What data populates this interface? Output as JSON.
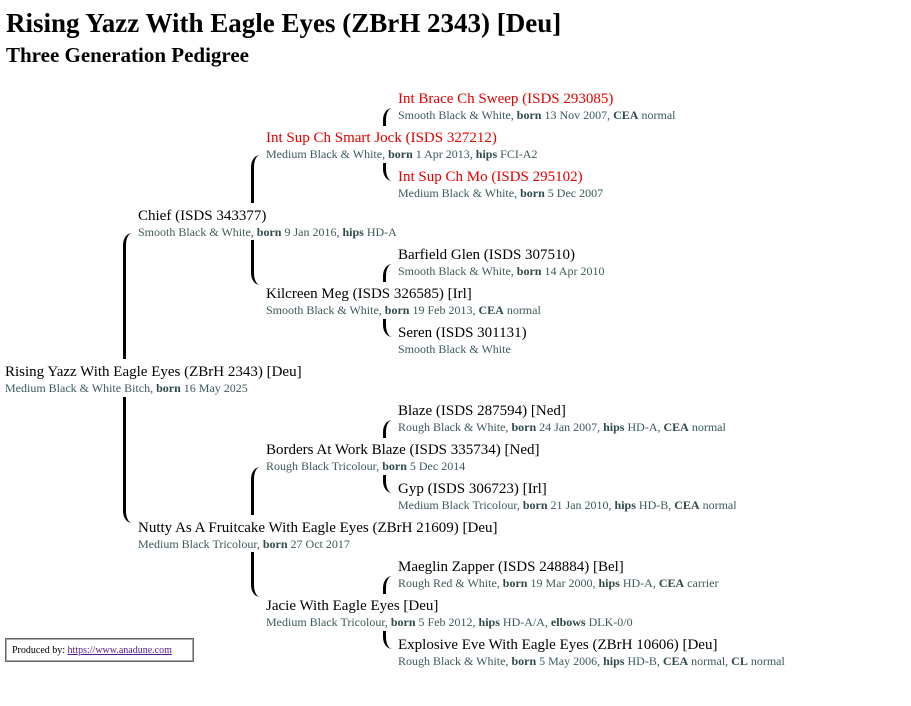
{
  "title": "Rising Yazz With Eagle Eyes (ZBrH 2343) [Deu]",
  "subtitle": "Three Generation Pedigree",
  "colors": {
    "champion": "#e00000",
    "details": "#3a5a5a",
    "text": "#000000"
  },
  "dogs": {
    "subject": {
      "name": "Rising Yazz With Eagle Eyes (ZBrH 2343) [Deu]",
      "parts": [
        [
          "Medium Black & White Bitch, ",
          ""
        ],
        [
          "born",
          " 16 May 2025"
        ]
      ]
    },
    "sire": {
      "name": "Chief (ISDS 343377)",
      "parts": [
        [
          "Smooth Black & White, ",
          ""
        ],
        [
          "born",
          " 9 Jan 2016, "
        ],
        [
          "hips",
          " HD-A"
        ]
      ]
    },
    "sire_sire": {
      "name": "Int Sup Ch Smart Jock (ISDS 327212)",
      "parts": [
        [
          "Medium Black & White, ",
          ""
        ],
        [
          "born",
          " 1 Apr 2013, "
        ],
        [
          "hips",
          " FCI-A2"
        ]
      ]
    },
    "sire_sire_sire": {
      "name": "Int Brace Ch Sweep (ISDS 293085)",
      "parts": [
        [
          "Smooth Black & White, ",
          ""
        ],
        [
          "born",
          " 13 Nov 2007, "
        ],
        [
          "CEA",
          " normal"
        ]
      ]
    },
    "sire_sire_dam": {
      "name": "Int Sup Ch Mo (ISDS 295102)",
      "parts": [
        [
          "Medium Black & White, ",
          ""
        ],
        [
          "born",
          " 5 Dec 2007"
        ]
      ]
    },
    "sire_dam": {
      "name": "Kilcreen Meg (ISDS 326585) [Irl]",
      "parts": [
        [
          "Smooth Black & White, ",
          ""
        ],
        [
          "born",
          " 19 Feb 2013, "
        ],
        [
          "CEA",
          " normal"
        ]
      ]
    },
    "sire_dam_sire": {
      "name": "Barfield Glen (ISDS 307510)",
      "parts": [
        [
          "Smooth Black & White, ",
          ""
        ],
        [
          "born",
          " 14 Apr 2010"
        ]
      ]
    },
    "sire_dam_dam": {
      "name": "Seren (ISDS 301131)",
      "parts": [
        [
          "Smooth Black & White",
          ""
        ]
      ]
    },
    "dam": {
      "name": "Nutty As A Fruitcake With Eagle Eyes (ZBrH 21609) [Deu]",
      "parts": [
        [
          "Medium Black Tricolour, ",
          ""
        ],
        [
          "born",
          " 27 Oct 2017"
        ]
      ]
    },
    "dam_sire": {
      "name": "Borders At Work Blaze (ISDS 335734) [Ned]",
      "parts": [
        [
          "Rough Black Tricolour, ",
          ""
        ],
        [
          "born",
          " 5 Dec 2014"
        ]
      ]
    },
    "dam_sire_sire": {
      "name": "Blaze (ISDS 287594) [Ned]",
      "parts": [
        [
          "Rough Black & White, ",
          ""
        ],
        [
          "born",
          " 24 Jan 2007, "
        ],
        [
          "hips",
          " HD-A, "
        ],
        [
          "CEA",
          " normal"
        ]
      ]
    },
    "dam_sire_dam": {
      "name": "Gyp (ISDS 306723) [Irl]",
      "parts": [
        [
          "Medium Black Tricolour, ",
          ""
        ],
        [
          "born",
          " 21 Jan 2010, "
        ],
        [
          "hips",
          " HD-B, "
        ],
        [
          "CEA",
          " normal"
        ]
      ]
    },
    "dam_dam": {
      "name": "Jacie With Eagle Eyes [Deu]",
      "parts": [
        [
          "Medium Black Tricolour, ",
          ""
        ],
        [
          "born",
          " 5 Feb 2012, "
        ],
        [
          "hips",
          " HD-A/A, "
        ],
        [
          "elbows",
          " DLK-0/0"
        ]
      ]
    },
    "dam_dam_sire": {
      "name": "Maeglin Zapper (ISDS 248884) [Bel]",
      "parts": [
        [
          "Rough Red & White, ",
          ""
        ],
        [
          "born",
          " 19 Mar 2000, "
        ],
        [
          "hips",
          " HD-A, "
        ],
        [
          "CEA",
          " carrier"
        ]
      ]
    },
    "dam_dam_dam": {
      "name": "Explosive Eve With Eagle Eyes (ZBrH 10606) [Deu]",
      "parts": [
        [
          "Rough Black & White, ",
          ""
        ],
        [
          "born",
          " 5 May 2006, "
        ],
        [
          "hips",
          " HD-B, "
        ],
        [
          "CEA",
          " normal, "
        ],
        [
          "CL",
          " normal"
        ]
      ]
    }
  },
  "footer": {
    "label": "Produced by:",
    "link_text": "https://www.anadune.com"
  }
}
